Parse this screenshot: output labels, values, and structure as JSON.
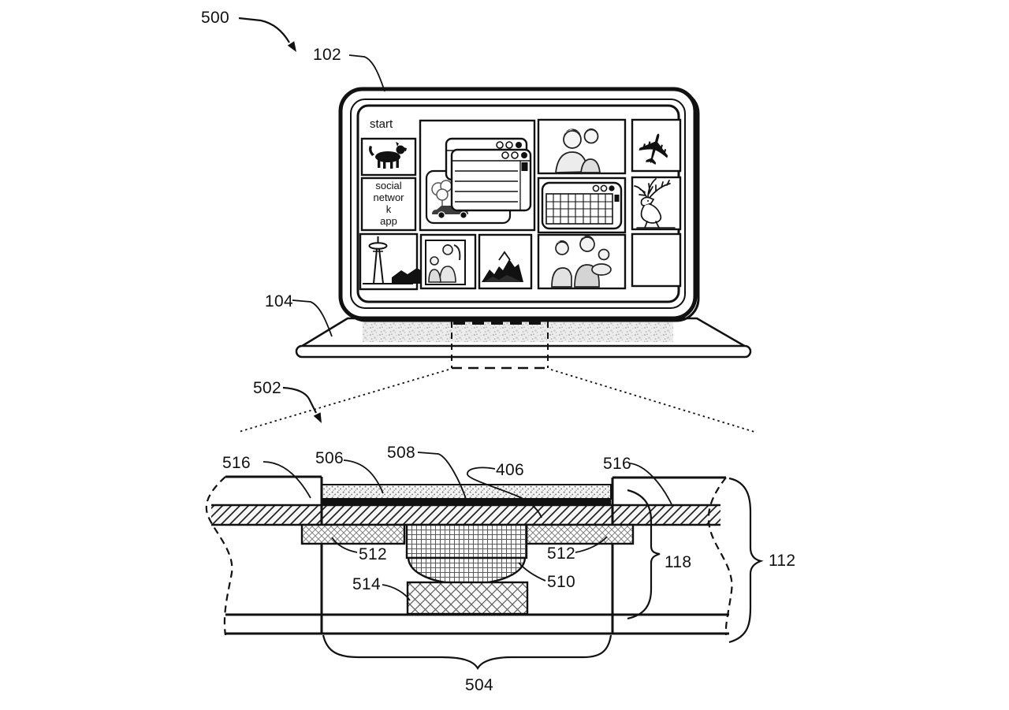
{
  "figure": {
    "reference_labels": {
      "r500": "500",
      "r102": "102",
      "r104": "104",
      "r502": "502",
      "r506": "506",
      "r508": "508",
      "r406": "406",
      "r516_left": "516",
      "r516_right": "516",
      "r512_left": "512",
      "r512_right": "512",
      "r510": "510",
      "r514": "514",
      "r118": "118",
      "r112": "112",
      "r504": "504"
    },
    "screen_ui": {
      "start_label": "start",
      "social_tile_lines": [
        "social",
        "networ",
        "k",
        "app"
      ],
      "tile_names": [
        "dog-photo",
        "social-network-app",
        "space-needle-photo",
        "app-windows",
        "hiking-photo",
        "mountain-photo",
        "family-photo",
        "calendar-window",
        "family-group-photo",
        "airplane",
        "deer-photo",
        "empty"
      ]
    },
    "icon_names": [
      "airplane-icon",
      "dog-icon",
      "deer-icon",
      "space-needle-icon",
      "window-control-circles-icon",
      "calendar-grid-icon"
    ],
    "colors": {
      "line": "#111111",
      "background": "#ffffff",
      "keyboard_fill": "#ececec"
    }
  }
}
